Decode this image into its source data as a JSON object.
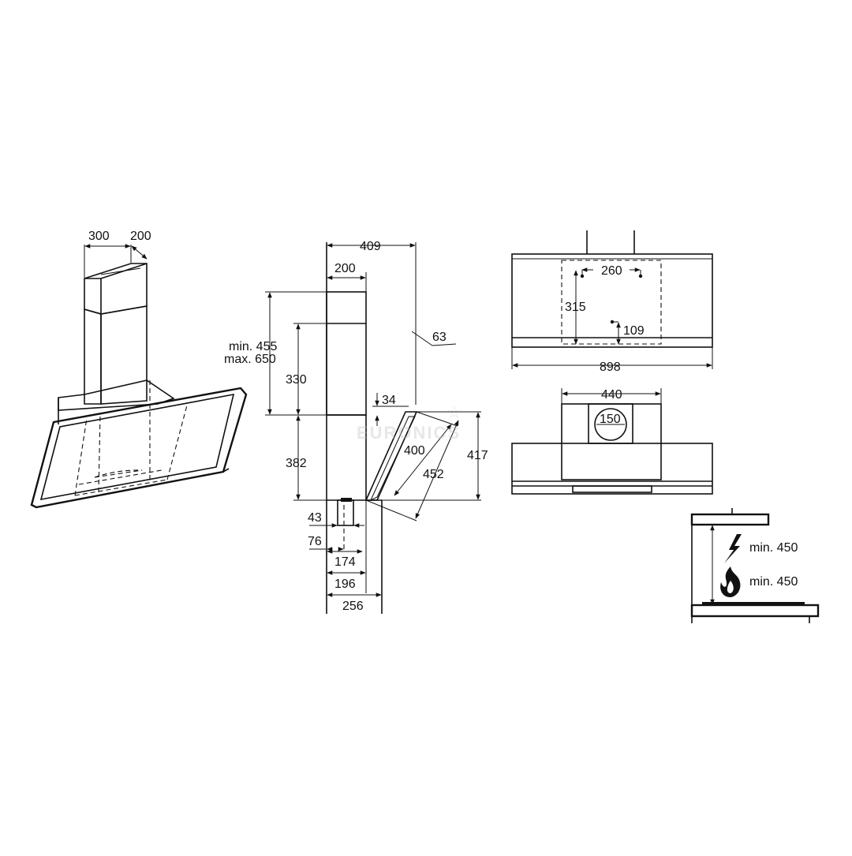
{
  "watermark": "EURONICS",
  "perspective_view": {
    "chimney_width": "300",
    "chimney_depth": "200"
  },
  "side_view": {
    "total_depth": "409",
    "chimney_depth": "200",
    "chimney_height_min": "min. 455",
    "chimney_height_max": "max. 650",
    "upper_chimney": "330",
    "body_height": "382",
    "gap": "34",
    "glass_thickness": "63",
    "glass_length": "400",
    "diagonal": "452",
    "total_height": "417",
    "outlet_offset_1": "43",
    "outlet_offset_2": "76",
    "depth_174": "174",
    "depth_196": "196",
    "depth_256": "256"
  },
  "top_view": {
    "hole_spacing": "260",
    "hole_vertical": "315",
    "hole_bottom": "109",
    "total_width": "898"
  },
  "front_view": {
    "chimney_width": "440",
    "outlet_diameter": "150"
  },
  "clearance": {
    "electric_label": "min. 450",
    "gas_label": "min. 450"
  }
}
